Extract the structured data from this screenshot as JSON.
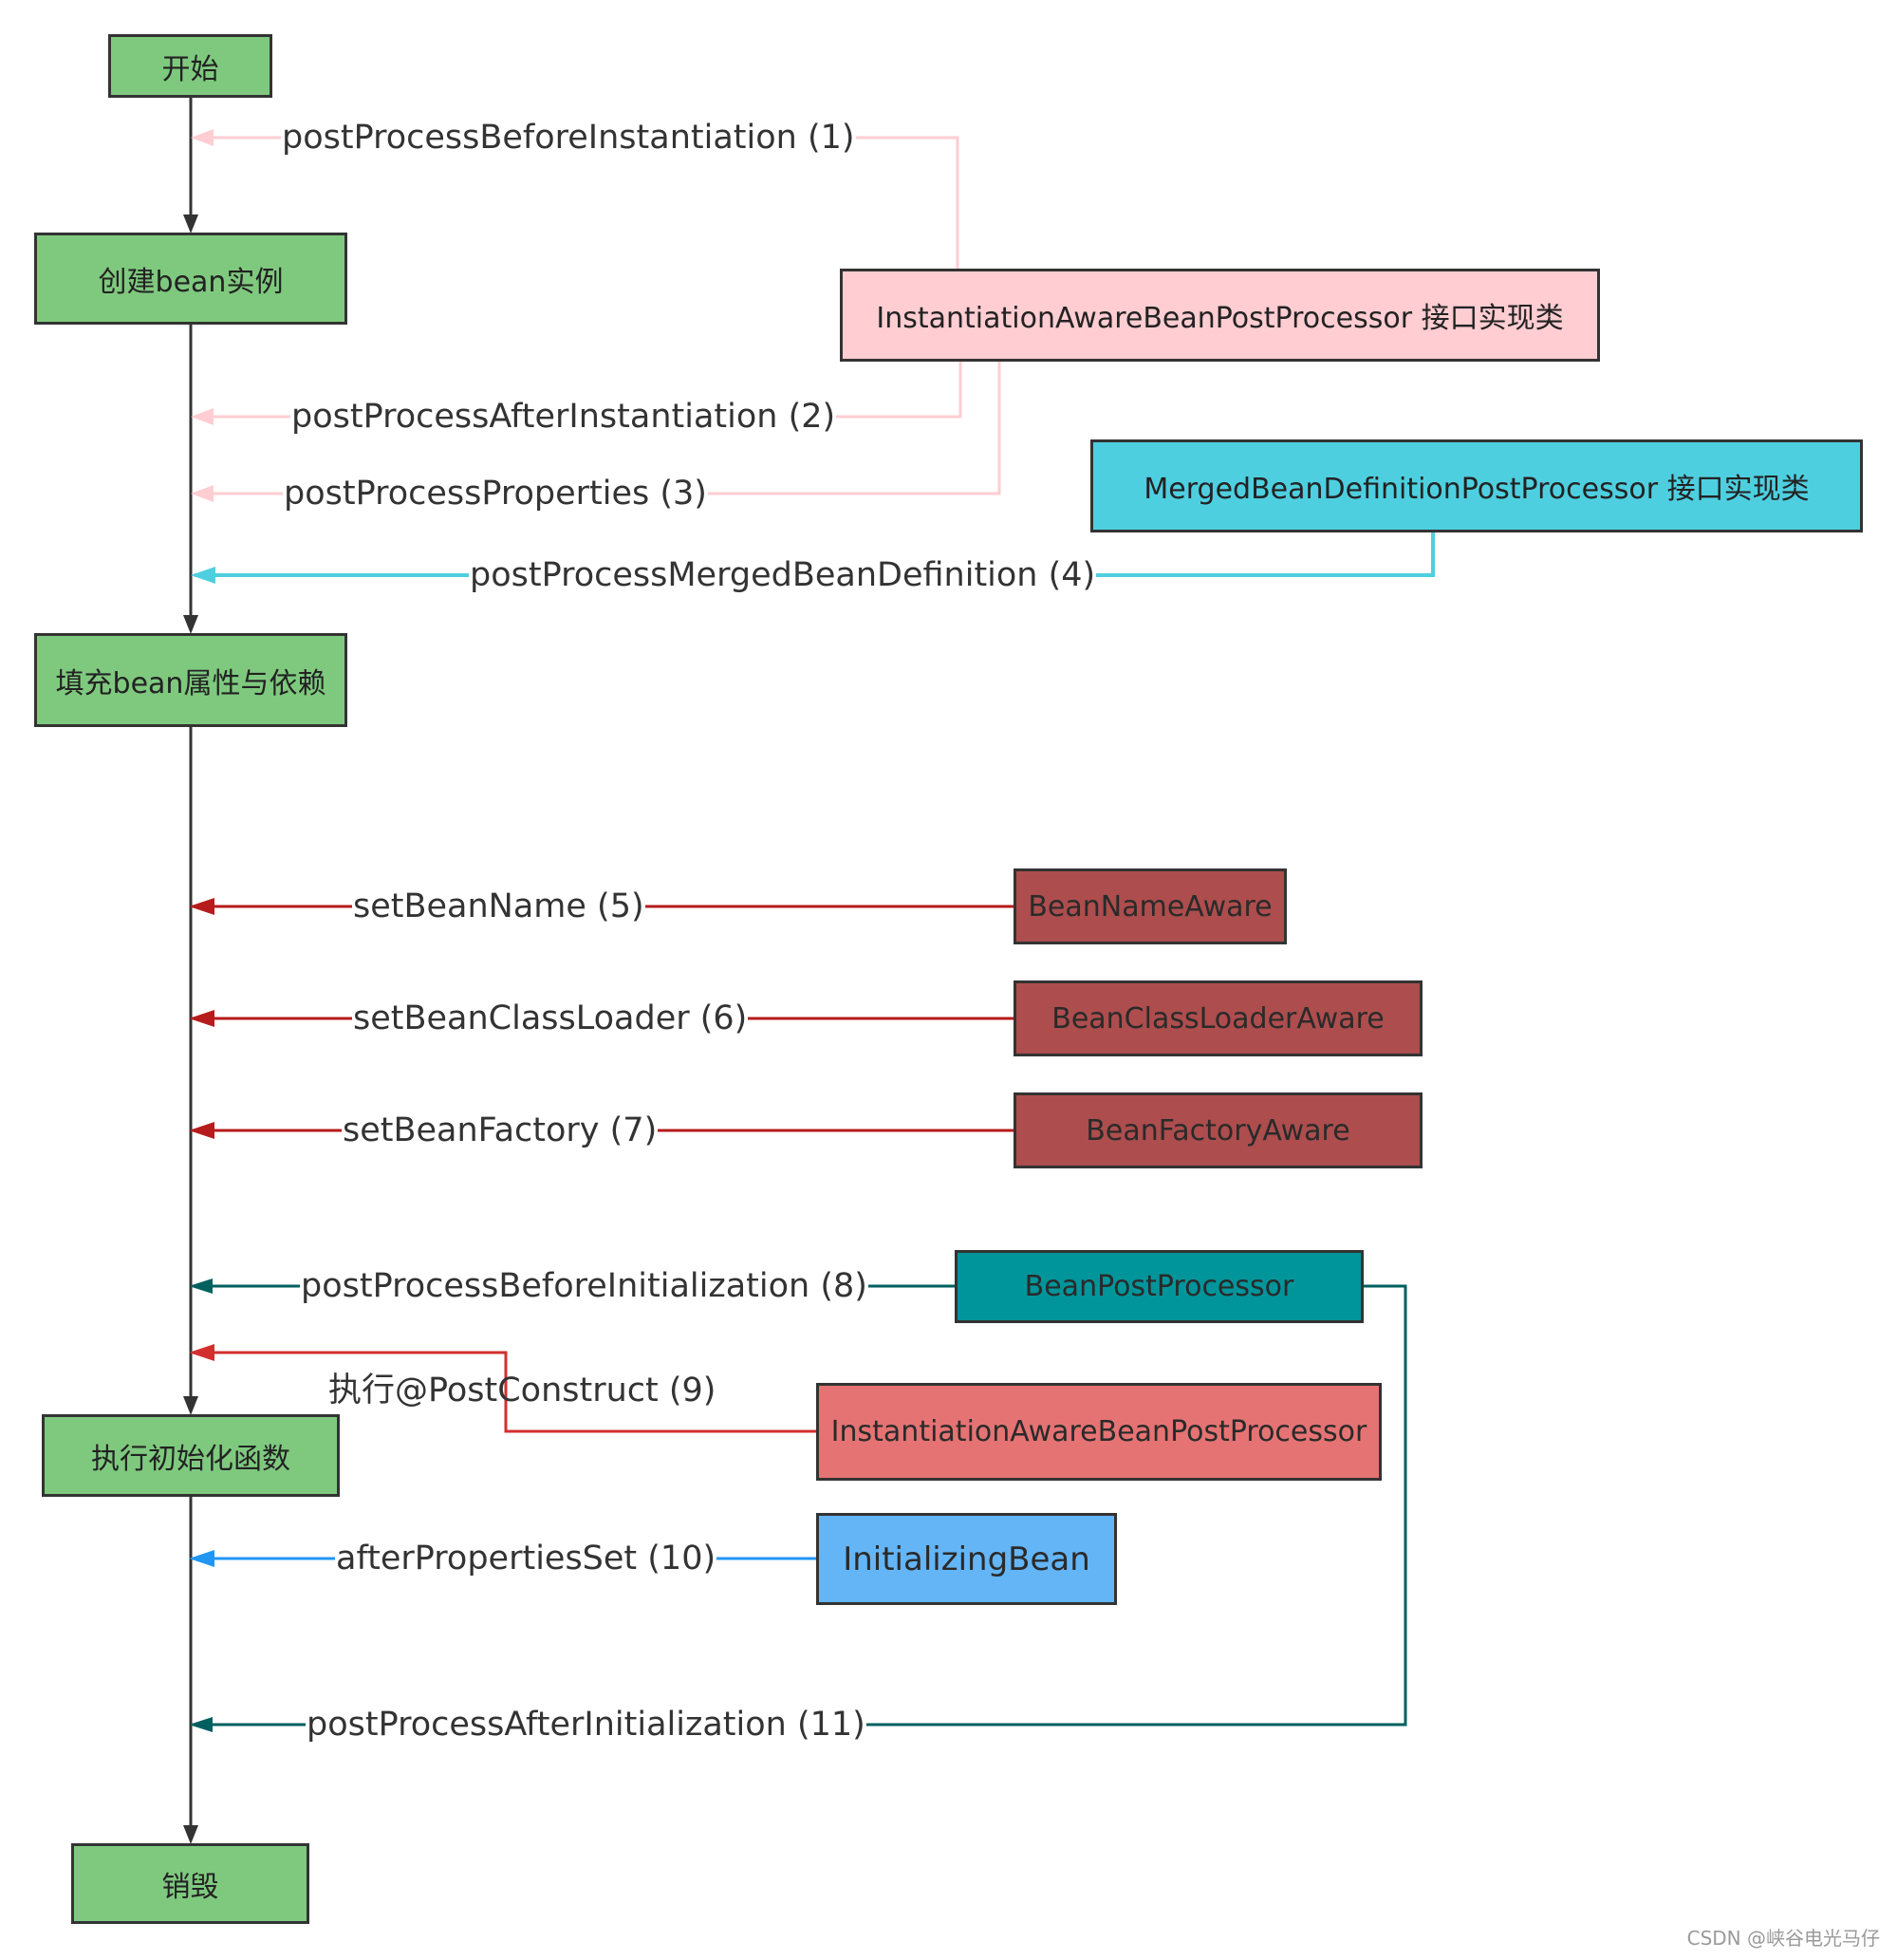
{
  "colors": {
    "pink": "#ffcdd2",
    "cyan": "#4ecfe0",
    "red": "#b71c1c",
    "teal": "#005f5f",
    "coral": "#d32f2f",
    "blue": "#2196f3",
    "green_box": "#7fc97f",
    "pink_box": "#ffcdd2",
    "cyan_box": "#4ecfe0",
    "maroon_box": "#ad4d4d",
    "teal_box": "#00959a",
    "salmon_box": "#e57373",
    "blue_box": "#64b5f6"
  },
  "steps": {
    "start": "开始",
    "create": "创建bean实例",
    "populate": "填充bean属性与依赖",
    "init": "执行初始化函数",
    "destroy": "销毁"
  },
  "sources": {
    "iabpp_impl": "InstantiationAwareBeanPostProcessor 接口实现类",
    "mbdpp_impl": "MergedBeanDefinitionPostProcessor 接口实现类",
    "bean_name_aware": "BeanNameAware",
    "bean_classloader_aware": "BeanClassLoaderAware",
    "bean_factory_aware": "BeanFactoryAware",
    "bean_post_processor": "BeanPostProcessor",
    "iabpp": "InstantiationAwareBeanPostProcessor",
    "initializing_bean": "InitializingBean"
  },
  "calls": {
    "c1": "postProcessBeforeInstantiation (1)",
    "c2": "postProcessAfterInstantiation (2)",
    "c3": "postProcessProperties (3)",
    "c4": "postProcessMergedBeanDefinition (4)",
    "c5": "setBeanName (5)",
    "c6": "setBeanClassLoader (6)",
    "c7": "setBeanFactory (7)",
    "c8": "postProcessBeforeInitialization (8)",
    "c9": "执行@PostConstruct (9)",
    "c10": "afterPropertiesSet (10)",
    "c11": "postProcessAfterInitialization (11)"
  },
  "watermark": "CSDN @峡谷电光马仔"
}
